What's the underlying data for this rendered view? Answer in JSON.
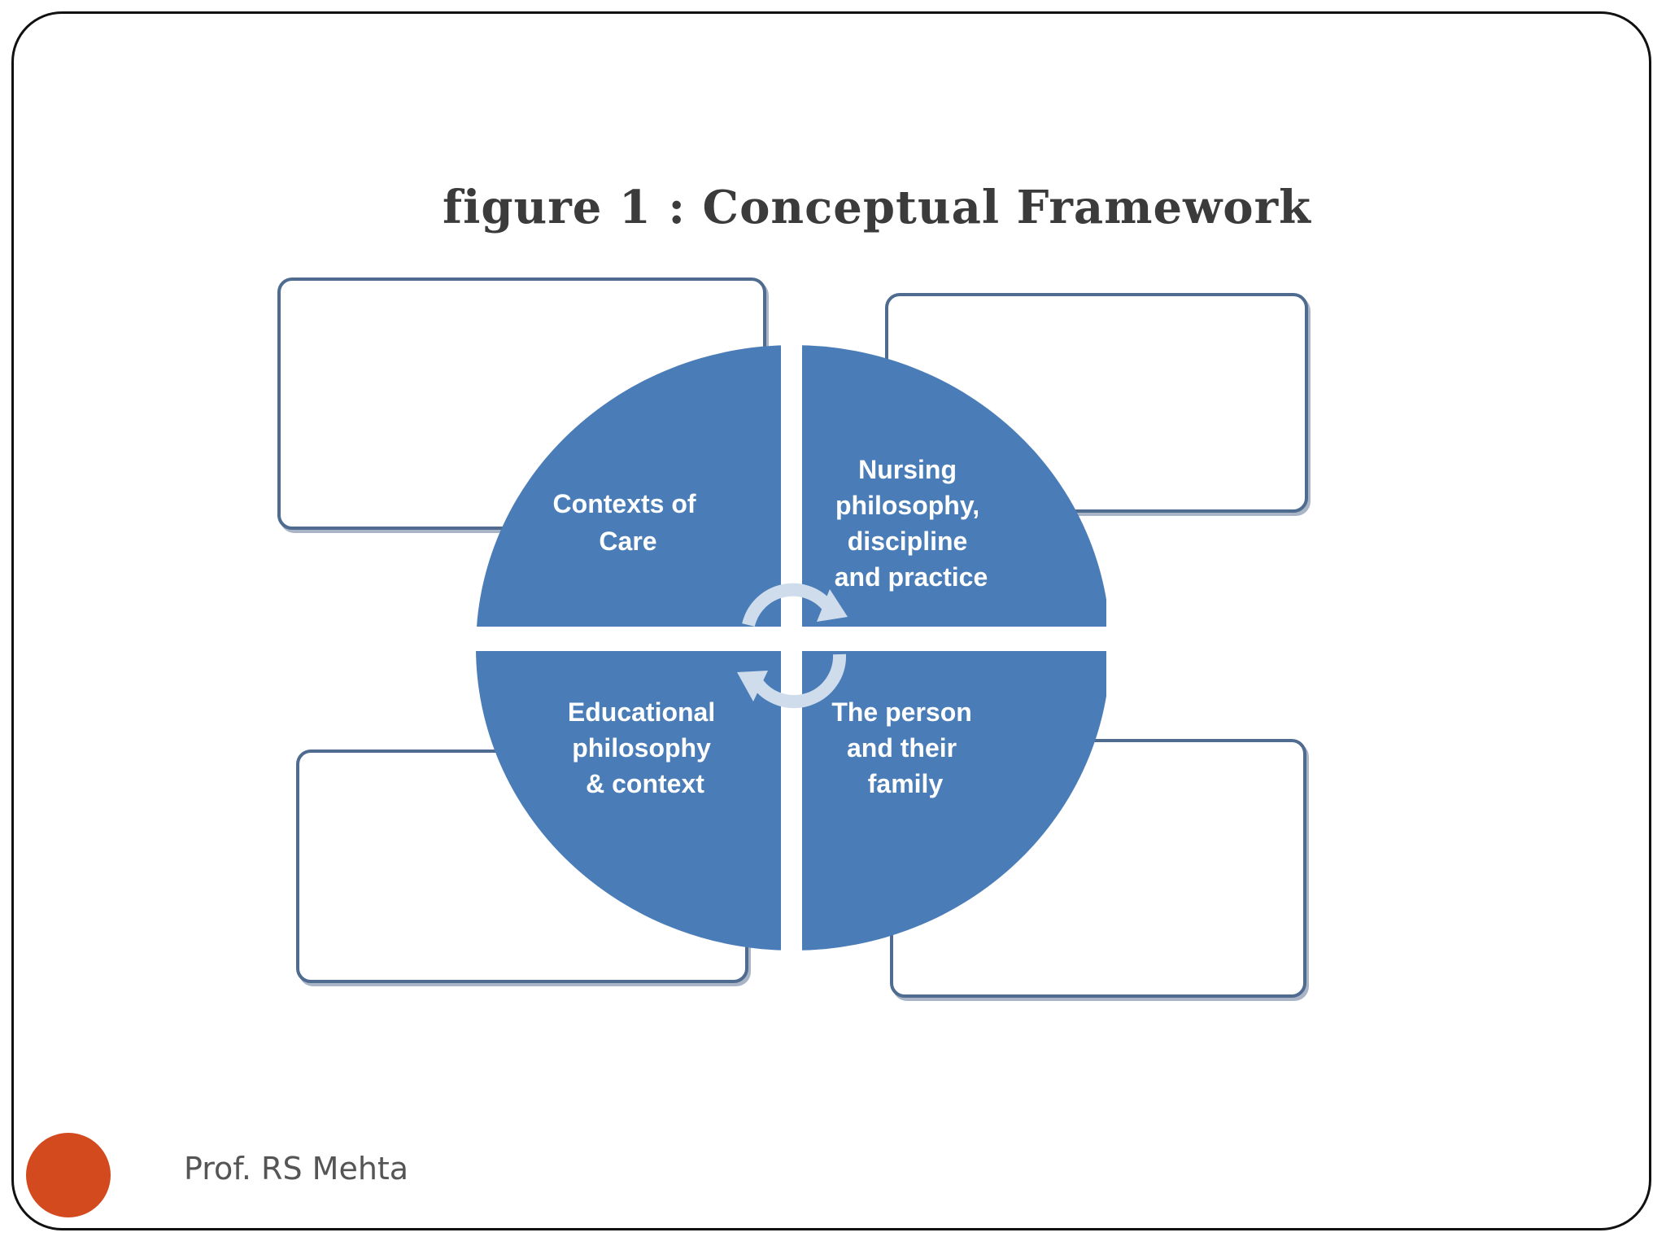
{
  "slide": {
    "figure_title": "figure 1 : Conceptual Framework",
    "footer_author": "Prof. RS Mehta"
  },
  "quadrants": {
    "top_left": [
      "Contexts of",
      "Care"
    ],
    "top_right": [
      "Nursing",
      "philosophy,",
      "discipline",
      "and practice"
    ],
    "bottom_left": [
      "Educational",
      "philosophy",
      "& context"
    ],
    "bottom_right": [
      "The person",
      "and their",
      "family"
    ]
  },
  "colors": {
    "quadrant_fill": "#4a7db8",
    "box_border": "#4f6b8f",
    "footer_dot": "#d24a1e"
  },
  "icons": {
    "center": "cycle-arrows-icon"
  }
}
